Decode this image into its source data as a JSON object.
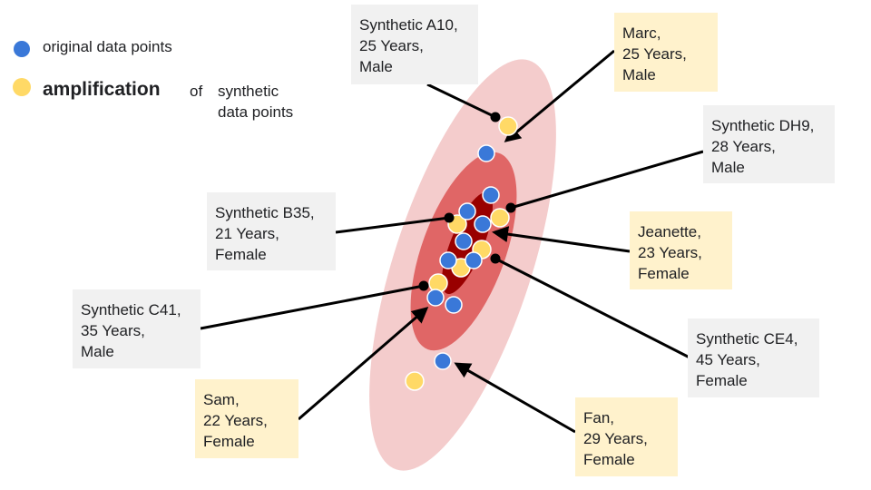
{
  "legend": {
    "original_label": "original data points",
    "amplification_bold": "amplification",
    "amplification_of": "of",
    "amplification_rest_line1": "synthetic",
    "amplification_rest_line2": "data points"
  },
  "colors": {
    "original_point": "#3a78d8",
    "synthetic_point": "#ffd966",
    "ellipse_outer": "#f4cccc",
    "ellipse_middle": "#e06666",
    "ellipse_inner": "#990000",
    "synthetic_box": "#f1f1f1",
    "original_box": "#fff2cc"
  },
  "labels": {
    "synthetic_a10": {
      "name": "Synthetic A10,",
      "age": "25 Years,",
      "gender": "Male"
    },
    "marc": {
      "name": "Marc,",
      "age": "25 Years,",
      "gender": "Male"
    },
    "synthetic_dh9": {
      "name": "Synthetic DH9,",
      "age": "28 Years,",
      "gender": "Male"
    },
    "synthetic_b35": {
      "name": "Synthetic B35,",
      "age": "21 Years,",
      "gender": "Female"
    },
    "jeanette": {
      "name": "Jeanette,",
      "age": "23 Years,",
      "gender": "Female"
    },
    "synthetic_c41": {
      "name": "Synthetic C41,",
      "age": "35 Years,",
      "gender": "Male"
    },
    "synthetic_ce4": {
      "name": "Synthetic CE4,",
      "age": "45 Years,",
      "gender": "Female"
    },
    "sam": {
      "name": "Sam,",
      "age": "22 Years,",
      "gender": "Female"
    },
    "fan": {
      "name": "Fan,",
      "age": "29 Years,",
      "gender": "Female"
    }
  }
}
